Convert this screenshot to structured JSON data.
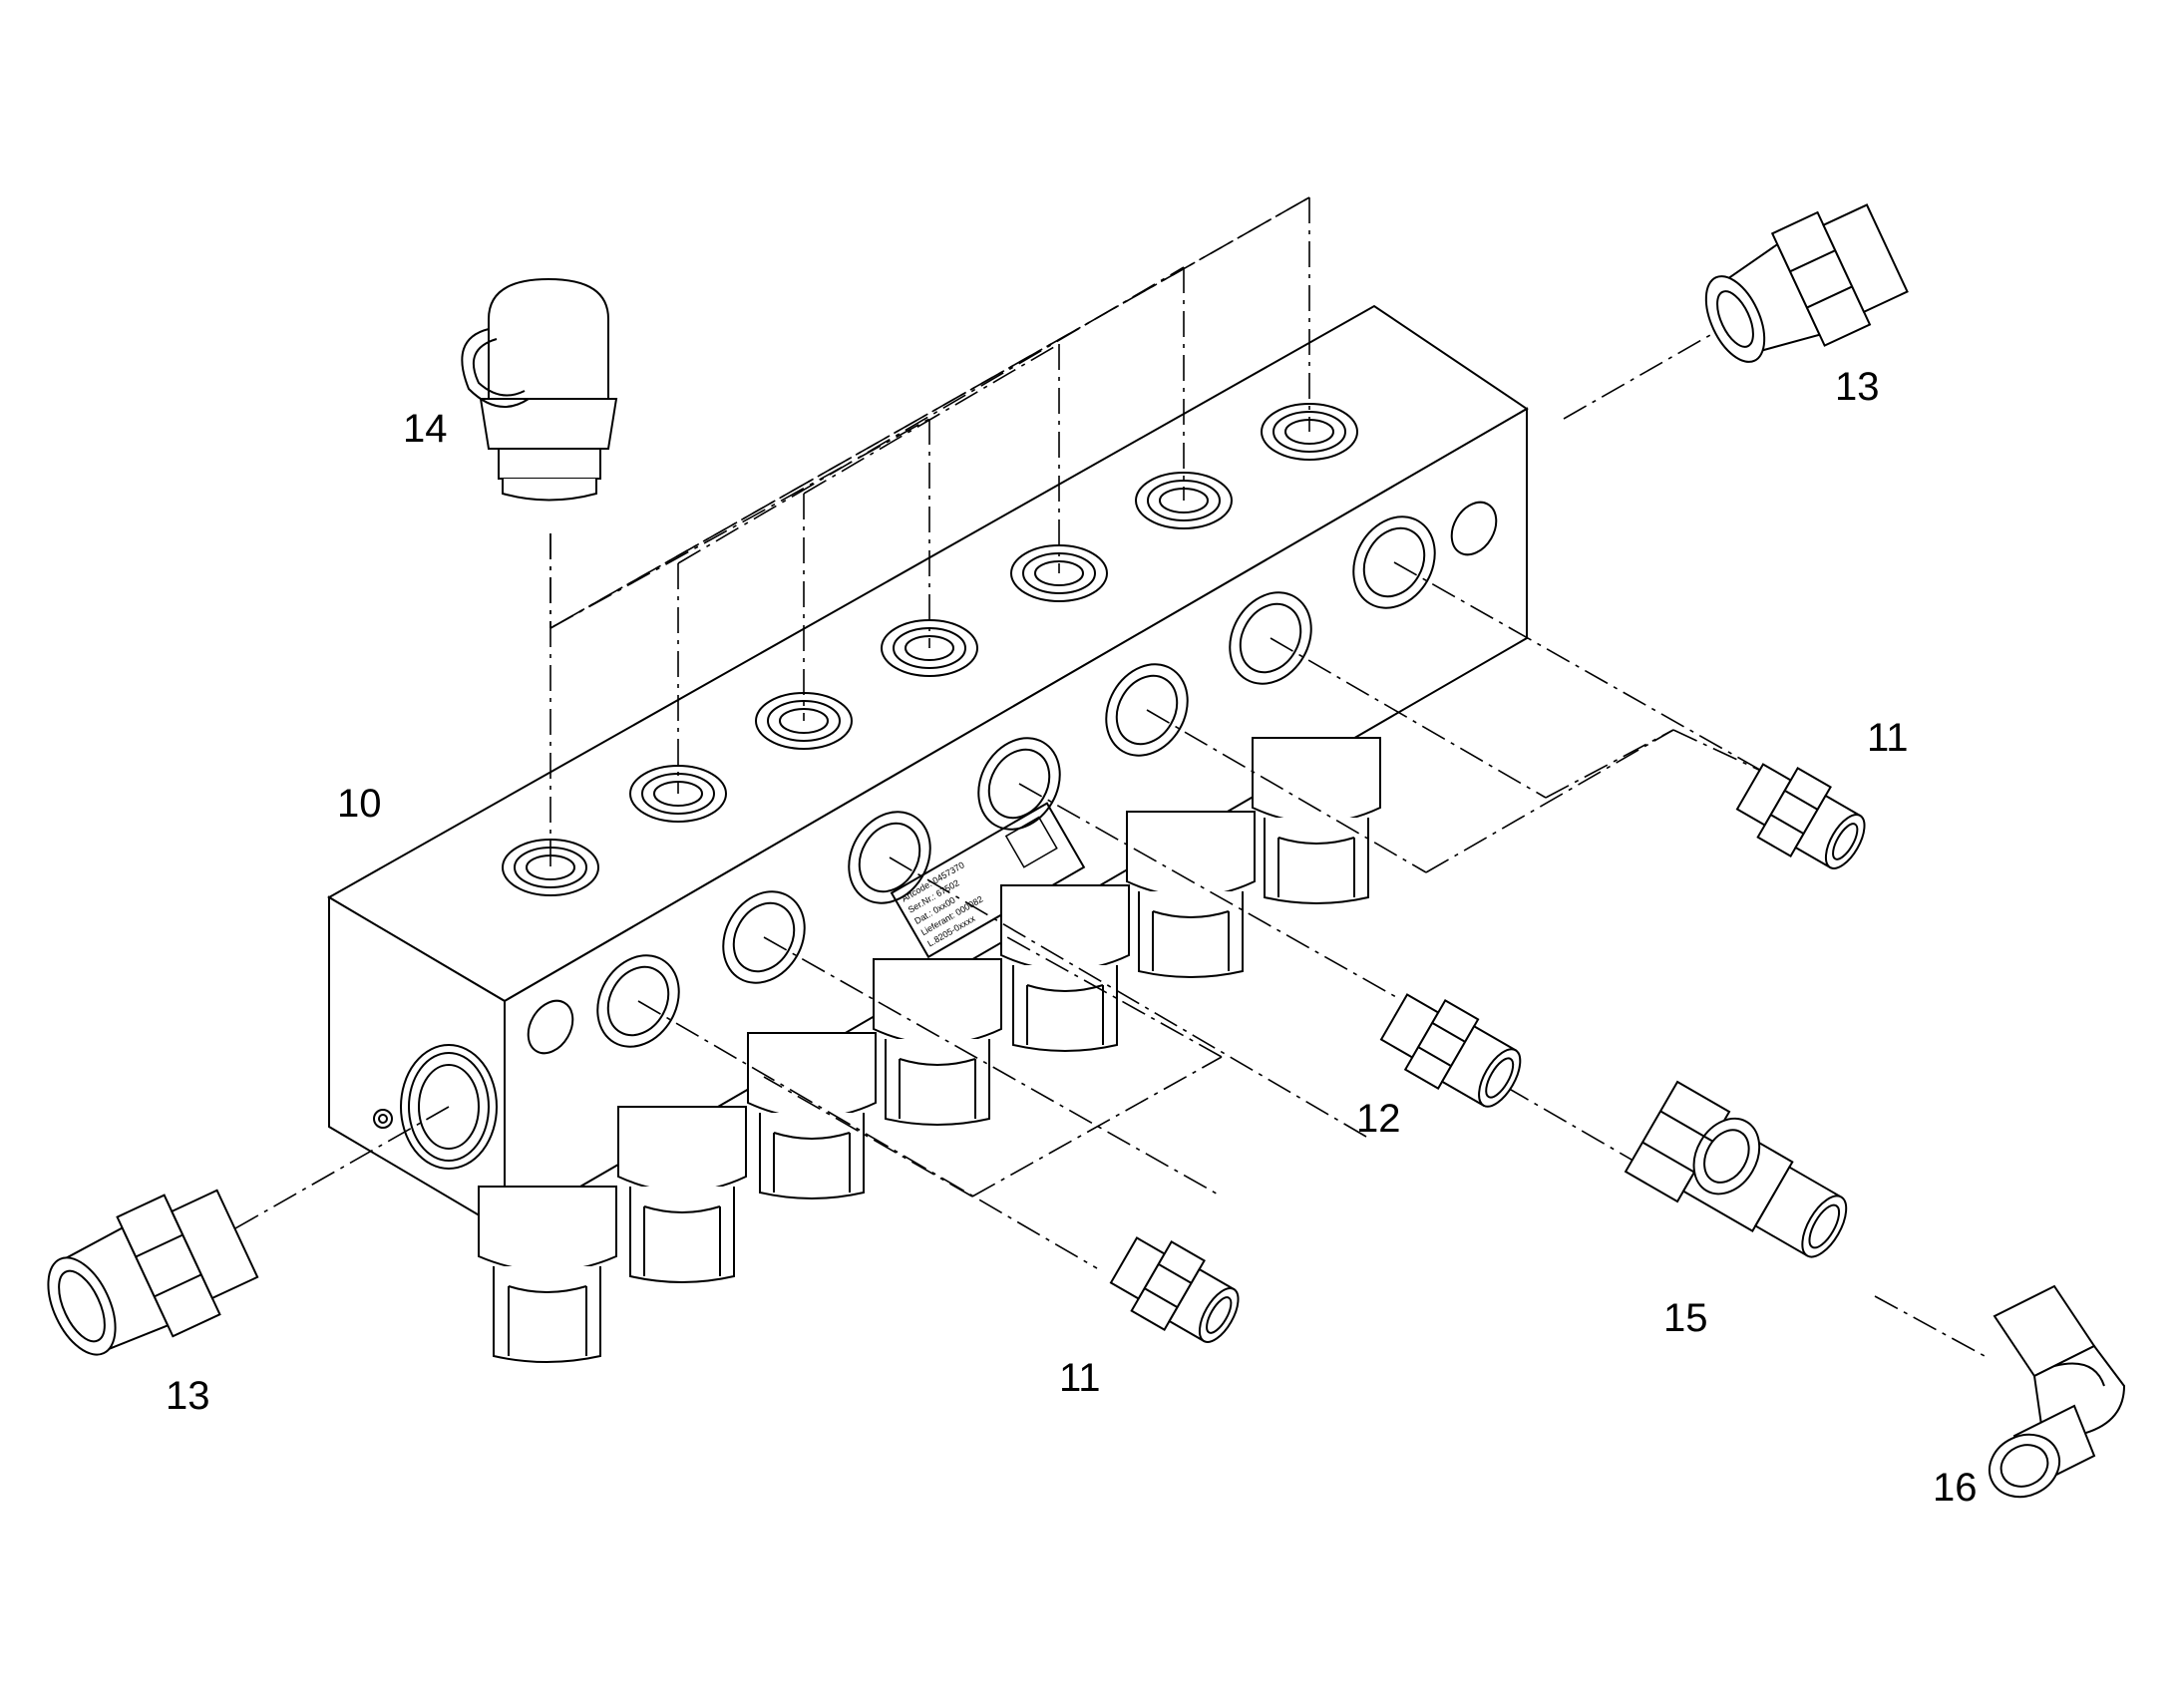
{
  "diagram": {
    "type": "exploded parts diagram",
    "callouts": [
      {
        "id": "c10",
        "label": "10"
      },
      {
        "id": "c11a",
        "label": "11"
      },
      {
        "id": "c11b",
        "label": "11"
      },
      {
        "id": "c12",
        "label": "12"
      },
      {
        "id": "c13a",
        "label": "13"
      },
      {
        "id": "c13b",
        "label": "13"
      },
      {
        "id": "c14",
        "label": "14"
      },
      {
        "id": "c15",
        "label": "15"
      },
      {
        "id": "c16",
        "label": "16"
      }
    ],
    "nameplate_lines": [
      "Artcode: 0457370",
      "Ser.Nr.: 67502",
      "Dat.: 0xx00",
      "Lieferant: 000082",
      "L.8205-0xxxx"
    ]
  }
}
